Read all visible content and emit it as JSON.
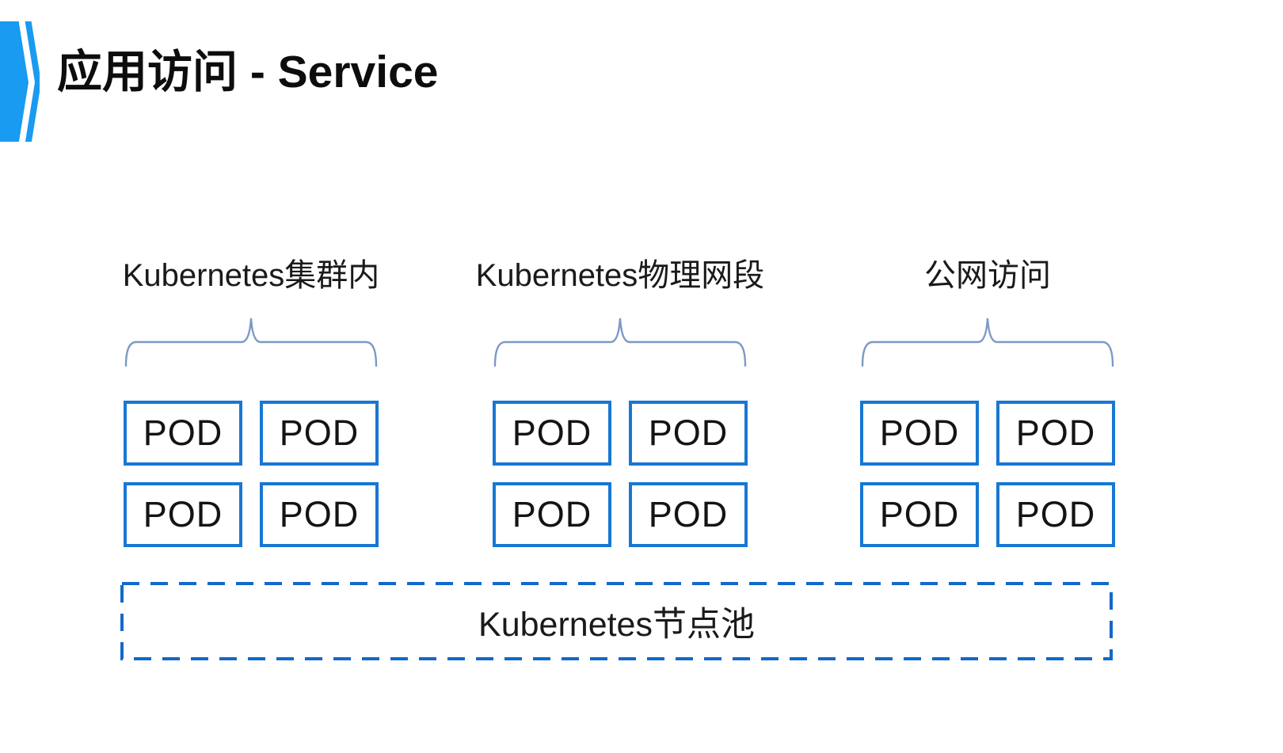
{
  "title": "应用访问 - Service",
  "icons": {
    "title_marker": "double-chevron-right-icon",
    "group_marker": "curly-brace-icon"
  },
  "colors": {
    "chevron_blue": "#189bf0",
    "pod_border_blue": "#1877d3",
    "dashed_border_blue": "#1368c9",
    "brace_blue": "#7c99c6",
    "text_dark": "#1a1a1a"
  },
  "groups": [
    {
      "label": "Kubernetes集群内",
      "pods": [
        "POD",
        "POD",
        "POD",
        "POD"
      ]
    },
    {
      "label": "Kubernetes物理网段",
      "pods": [
        "POD",
        "POD",
        "POD",
        "POD"
      ]
    },
    {
      "label": "公网访问",
      "pods": [
        "POD",
        "POD",
        "POD",
        "POD"
      ]
    }
  ],
  "node_pool": {
    "label": "Kubernetes节点池"
  }
}
